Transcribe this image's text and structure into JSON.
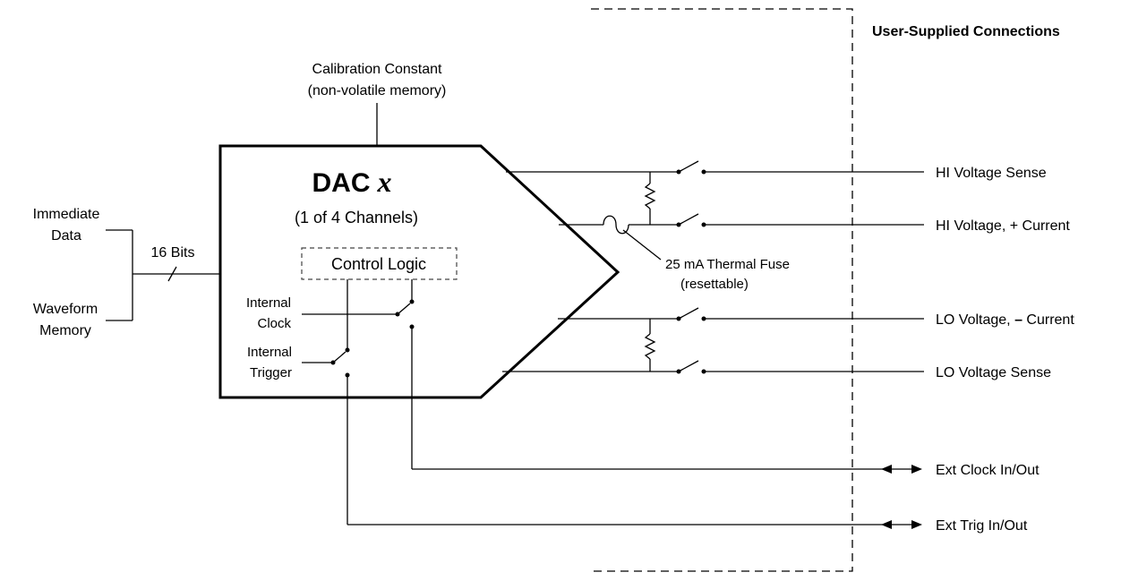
{
  "header": {
    "user_supplied": "User-Supplied Connections"
  },
  "calibration": {
    "line1": "Calibration Constant",
    "line2": "(non-volatile memory)"
  },
  "dac": {
    "title": "DAC",
    "variable": "x",
    "subtitle": "(1 of 4 Channels)"
  },
  "control_logic": "Control Logic",
  "inputs": {
    "immediate_line1": "Immediate",
    "immediate_line2": "Data",
    "waveform_line1": "Waveform",
    "waveform_line2": "Memory",
    "bus_label": "16 Bits"
  },
  "internal": {
    "clock_line1": "Internal",
    "clock_line2": "Clock",
    "trigger_line1": "Internal",
    "trigger_line2": "Trigger"
  },
  "fuse": {
    "line1": "25 mA Thermal Fuse",
    "line2": "(resettable)"
  },
  "outputs": {
    "hi_sense": "HI Voltage Sense",
    "hi_current_prefix": "HI Voltage, ",
    "hi_current_sign": "+",
    "hi_current_suffix": " Current",
    "lo_current_prefix": "LO Voltage, ",
    "lo_current_sign": "–",
    "lo_current_suffix": " Current",
    "lo_sense": "LO Voltage Sense",
    "ext_clock": "Ext Clock In/Out",
    "ext_trig": "Ext Trig In/Out"
  }
}
